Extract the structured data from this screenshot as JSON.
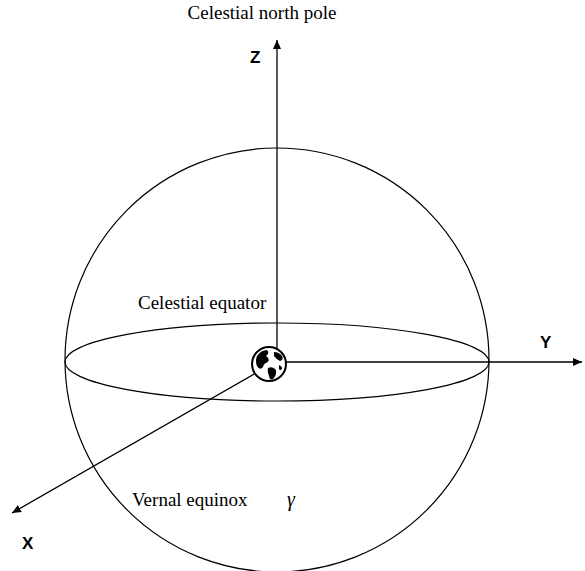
{
  "diagram": {
    "labels": [
      "Celestial north pole",
      "Z",
      "Celestial equator",
      "Y",
      "Vernal equinox",
      "γ",
      "X"
    ]
  }
}
